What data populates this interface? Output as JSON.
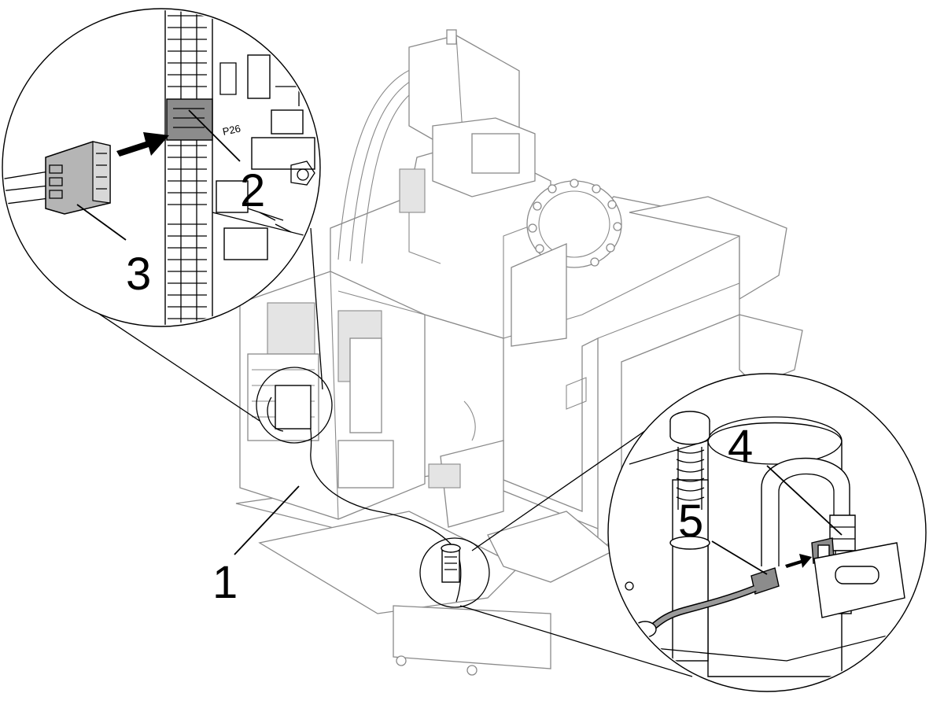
{
  "callouts": {
    "c1": "1",
    "c2": "2",
    "c3": "3",
    "c4": "4",
    "c5": "5"
  },
  "board_label": "P26",
  "colors": {
    "outline": "#000000",
    "machine_line": "#8a8a8a",
    "connector_fill": "#8c8c8c",
    "cable_fill": "#9a9a9a"
  },
  "icons": [
    "push-arrow-icon",
    "insert-arrow-icon"
  ]
}
